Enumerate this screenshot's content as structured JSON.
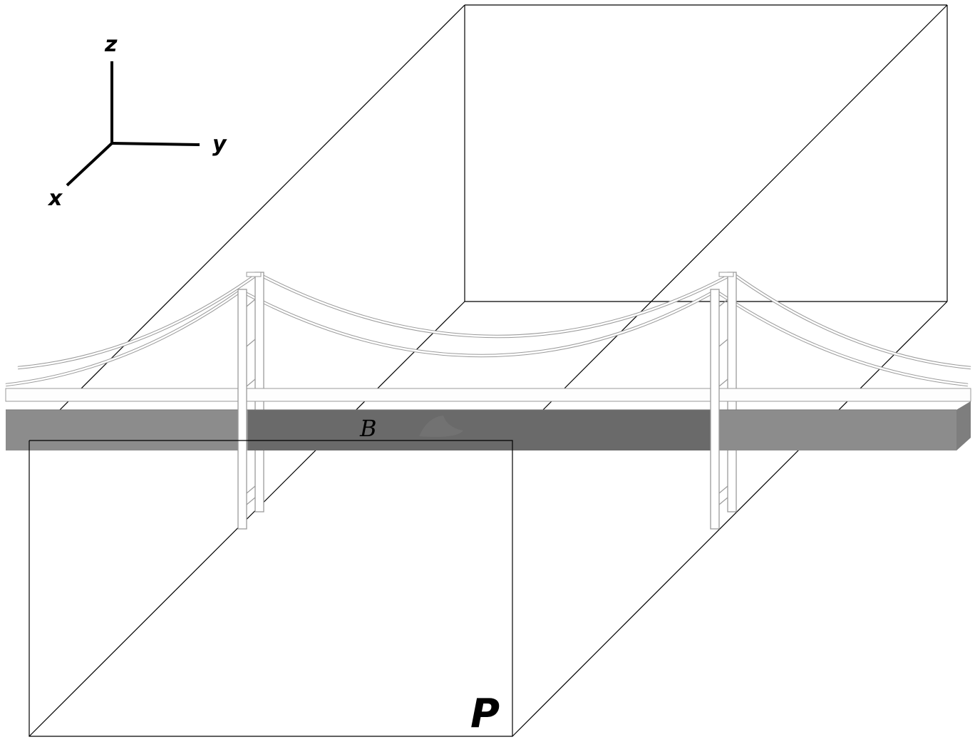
{
  "axes": {
    "x_label": "x",
    "y_label": "y",
    "z_label": "z"
  },
  "labels": {
    "bridge": "B",
    "prism": "P"
  },
  "colors": {
    "background": "#ffffff",
    "line": "#000000",
    "deck_front": "#8c8c8c",
    "deck_inside": "#6a6a6a",
    "deck_top": "#fdfdfd",
    "structure": "#ffffff",
    "structure_edge": "#9a9a9a"
  }
}
